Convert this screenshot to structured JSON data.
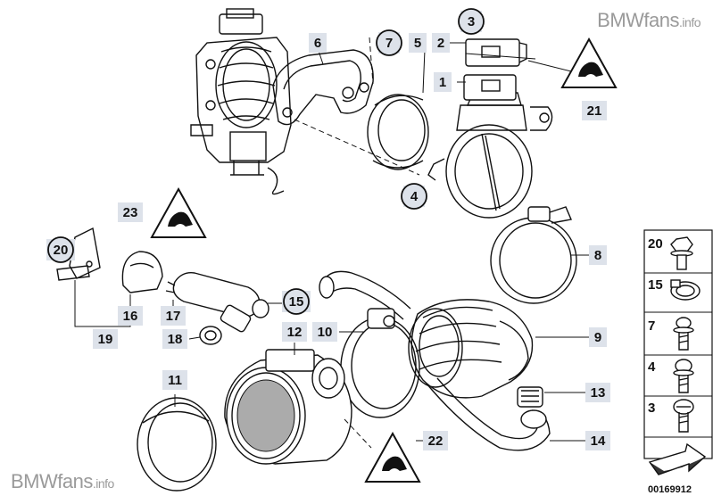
{
  "watermark": {
    "brand": "BMWfans",
    "suffix": ".info"
  },
  "callouts": [
    {
      "id": "c1",
      "label": "1"
    },
    {
      "id": "c2",
      "label": "2"
    },
    {
      "id": "c3",
      "label": "3",
      "circled": true
    },
    {
      "id": "c4",
      "label": "4",
      "circled": true
    },
    {
      "id": "c5",
      "label": "5"
    },
    {
      "id": "c6",
      "label": "6"
    },
    {
      "id": "c7",
      "label": "7",
      "circled": true
    },
    {
      "id": "c8",
      "label": "8"
    },
    {
      "id": "c9",
      "label": "9"
    },
    {
      "id": "c10",
      "label": "10"
    },
    {
      "id": "c11",
      "label": "11"
    },
    {
      "id": "c12",
      "label": "12"
    },
    {
      "id": "c13",
      "label": "13"
    },
    {
      "id": "c14",
      "label": "14"
    },
    {
      "id": "c15",
      "label": "15",
      "circled": true
    },
    {
      "id": "c16",
      "label": "16"
    },
    {
      "id": "c17",
      "label": "17"
    },
    {
      "id": "c18",
      "label": "18"
    },
    {
      "id": "c19",
      "label": "19"
    },
    {
      "id": "c20",
      "label": "20",
      "circled": true
    },
    {
      "id": "c21",
      "label": "21"
    },
    {
      "id": "c22",
      "label": "22"
    },
    {
      "id": "c23",
      "label": "23"
    }
  ],
  "side_panel": {
    "items": [
      {
        "label": "20",
        "icon": "bolt-hex-washer-icon"
      },
      {
        "label": "15",
        "icon": "hose-clamp-icon"
      },
      {
        "label": "7",
        "icon": "screw-washer-icon"
      },
      {
        "label": "4",
        "icon": "bolt-hex-icon"
      },
      {
        "label": "3",
        "icon": "slotted-screw-icon"
      }
    ],
    "doc_number": "00169912"
  }
}
